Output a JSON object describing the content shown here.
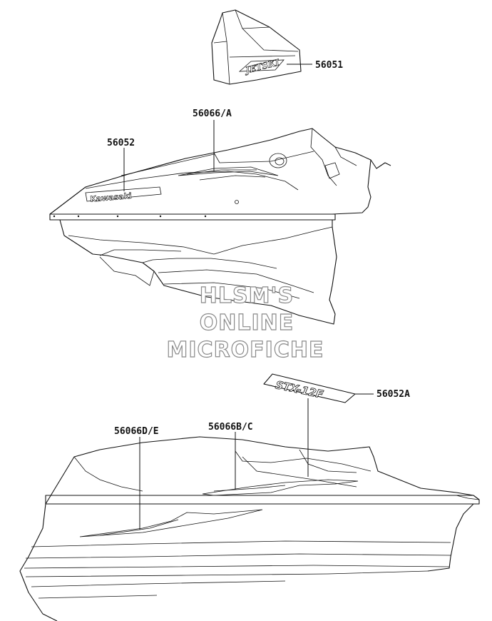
{
  "callouts": {
    "c56051": "56051",
    "c56066A": "56066/A",
    "c56052": "56052",
    "c56052A": "56052A",
    "c56066DE": "56066D/E",
    "c56066BC": "56066B/C"
  },
  "decals": {
    "jetski": "JETSKI",
    "kawasaki": "Kawasaki",
    "stx12f": "STX-12F"
  },
  "watermark": {
    "line1": "HLSM'S",
    "line2": "ONLINE",
    "line3": "MICROFICHE"
  },
  "colors": {
    "line": "#111111",
    "watermark_outline": "#8a8a8a",
    "background": "#ffffff"
  }
}
